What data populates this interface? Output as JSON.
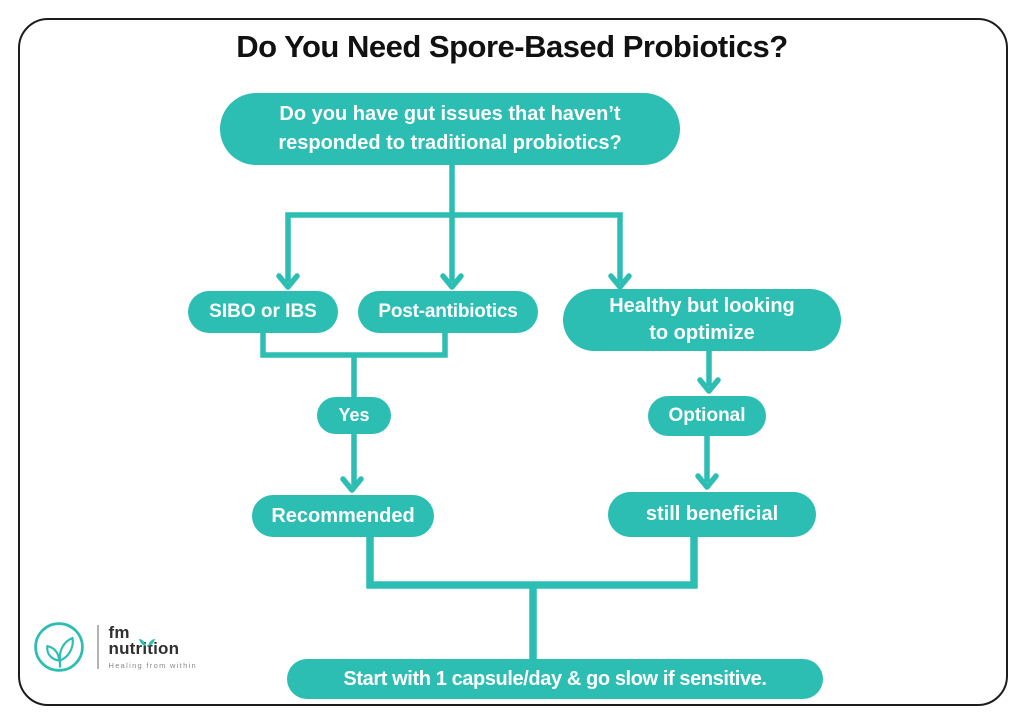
{
  "page": {
    "title": "Do You Need Spore-Based Probiotics?",
    "accent_color": "#2cbeb3",
    "frame_border_color": "#1c1c1c",
    "background_color": "#ffffff"
  },
  "flowchart": {
    "question": {
      "line1": "Do you have gut issues that haven’t",
      "line2": "responded to traditional probiotics?"
    },
    "sibo": {
      "text": "SIBO or IBS"
    },
    "post_antibiotics": {
      "text": "Post-antibiotics"
    },
    "healthy": {
      "line1": "Healthy but looking",
      "line2": "to optimize"
    },
    "yes": {
      "text": "Yes"
    },
    "optional": {
      "text": "Optional"
    },
    "recommended": {
      "text": "Recommended"
    },
    "still_beneficial": {
      "text": "still beneficial"
    },
    "advice": {
      "text": "Start with 1 capsule/day & go slow if sensitive."
    }
  },
  "logo": {
    "brand_line1": "fm",
    "brand_line2": "nutrition",
    "tagline": "Healing from within",
    "icon": "sprout-circle-icon"
  }
}
